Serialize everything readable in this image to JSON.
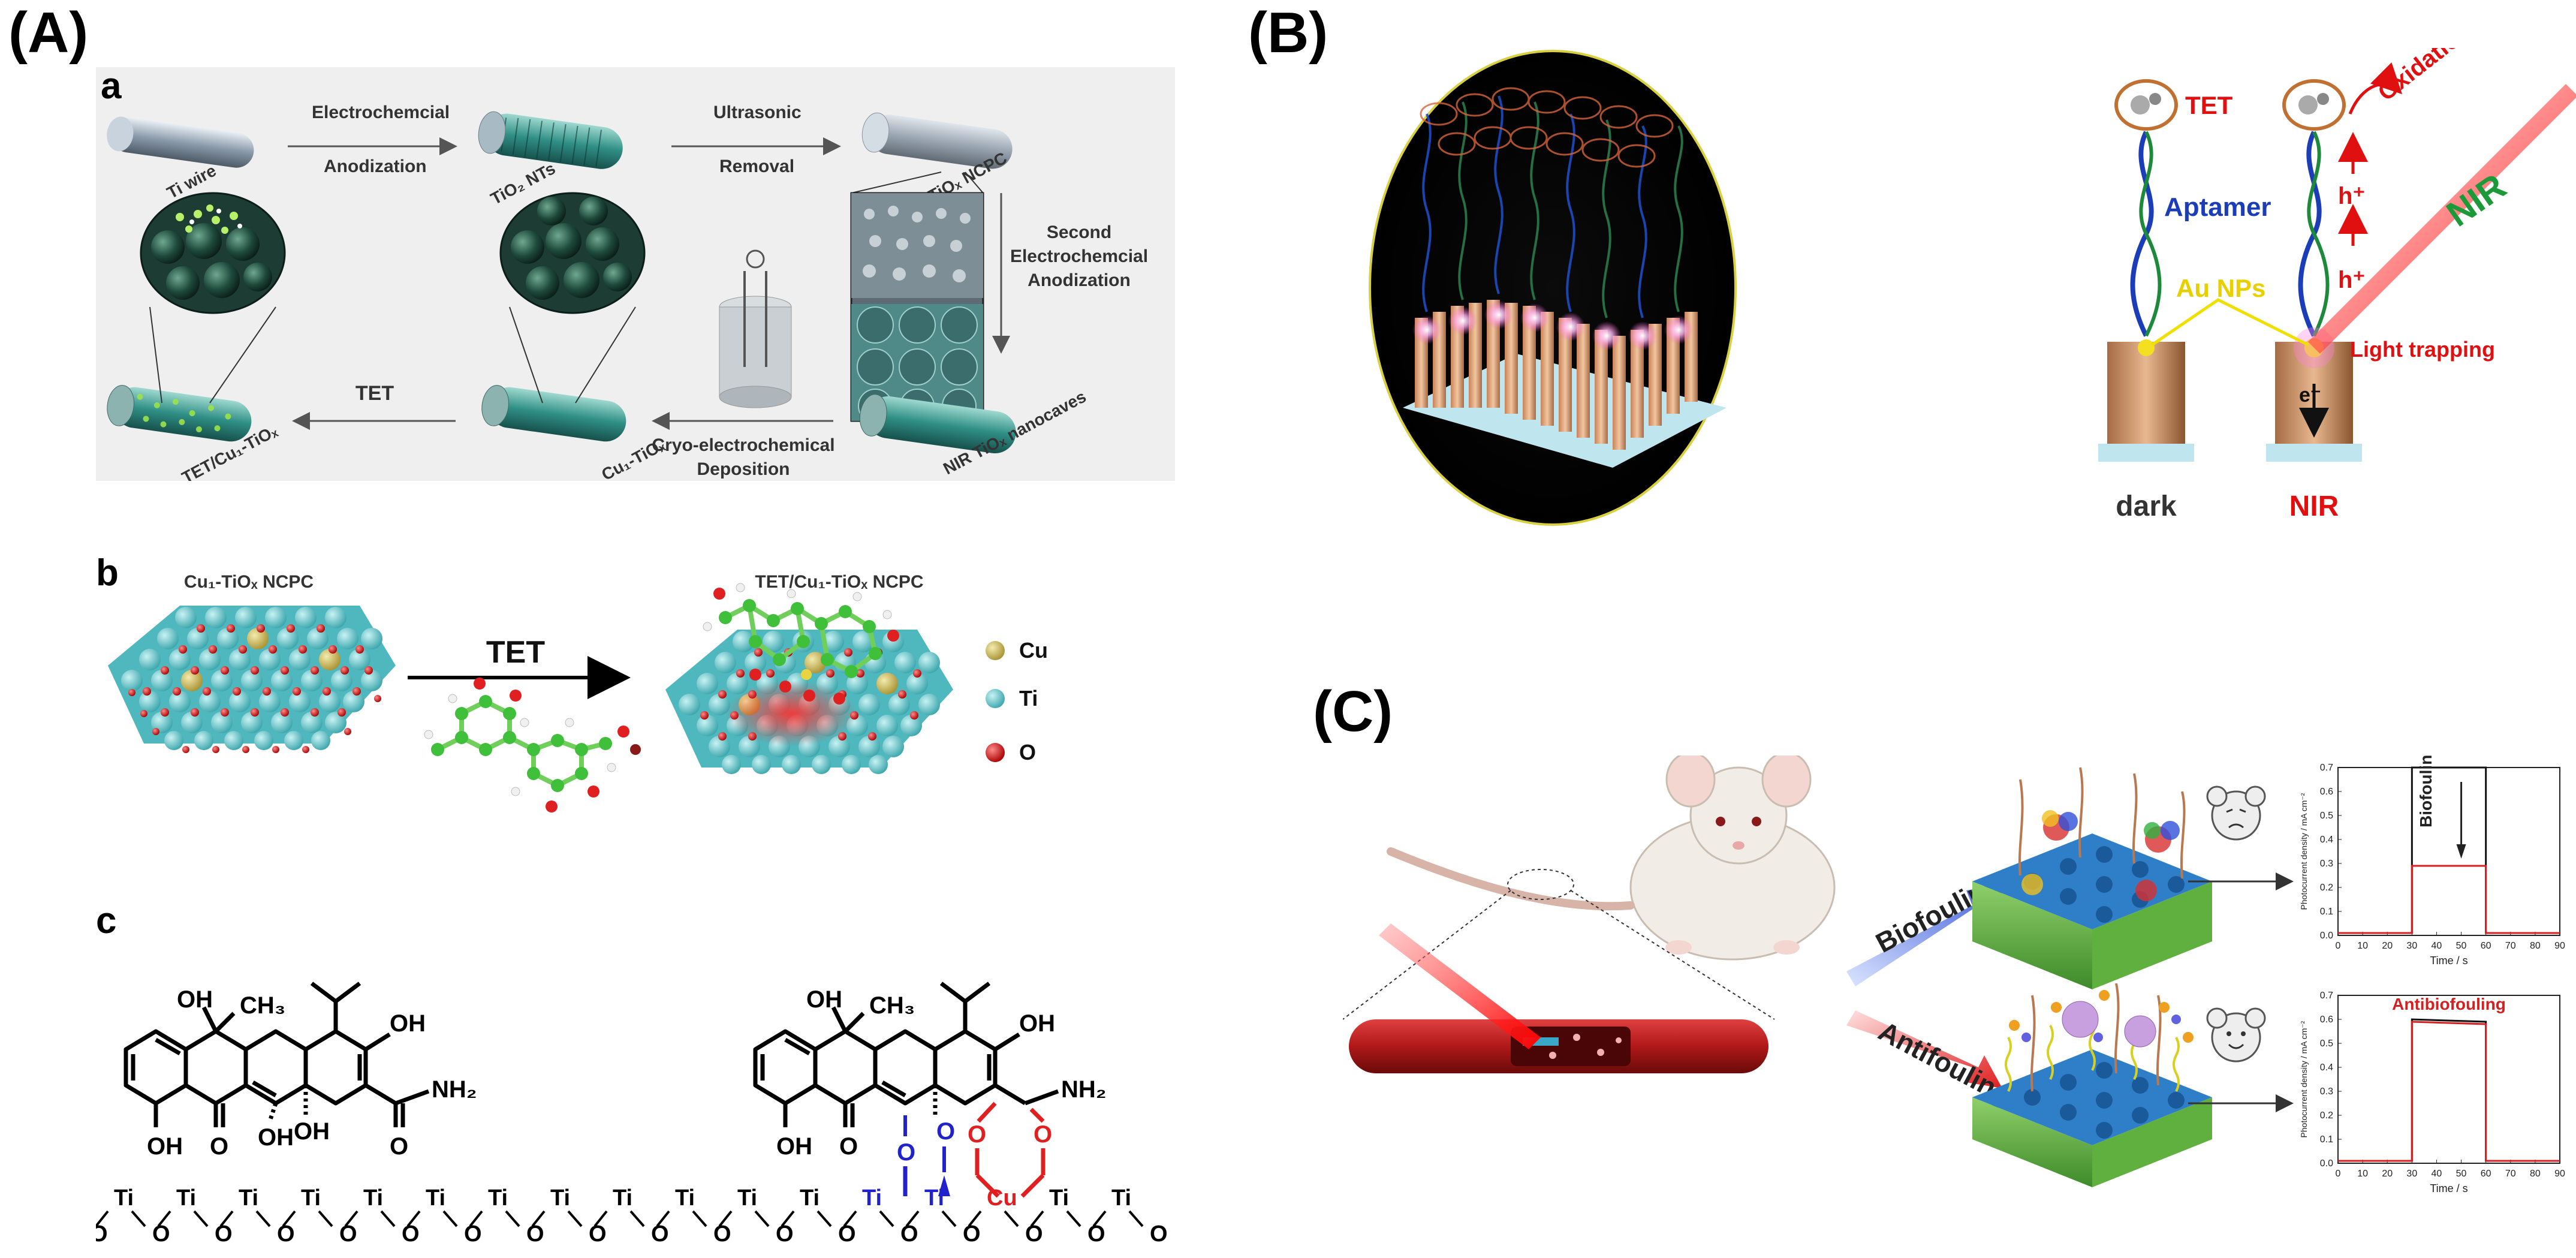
{
  "panels": {
    "A": {
      "label": "(A)"
    },
    "B": {
      "label": "(B)"
    },
    "C": {
      "label": "(C)"
    }
  },
  "panelA": {
    "a": {
      "letter": "a",
      "ti_wire": "Ti wire",
      "step1_top": "Electrochemcial",
      "step1_bottom": "Anodization",
      "tio2_nts": "TiO₂ NTs",
      "step2_top": "Ultrasonic",
      "step2_bottom": "Removal",
      "tiox_ncpc": "TiOₓ NCPC",
      "step3_l1": "Second",
      "step3_l2": "Electrochemcial",
      "step3_l3": "Anodization",
      "nanocaves": "NIR TiOₓ nanocaves",
      "step4_l1": "Cryo-electrochemical",
      "step4_l2": "Deposition",
      "cu_tiox": "Cu₁-TiOₓ",
      "tet": "TET",
      "tet_cu_tiox": "TET/Cu₁-TiOₓ"
    },
    "b": {
      "letter": "b",
      "left_title": "Cu₁-TiOₓ NCPC",
      "right_title": "TET/Cu₁-TiOₓ NCPC",
      "arrow_label": "TET",
      "legend": [
        {
          "name": "Cu",
          "color": "#c8b850"
        },
        {
          "name": "Ti",
          "color": "#5cc8cc"
        },
        {
          "name": "O",
          "color": "#d42020"
        }
      ]
    },
    "c": {
      "letter": "c",
      "oh": "OH",
      "ch3": "CH₃",
      "nh2": "NH₂",
      "o": "O",
      "ti": "Ti",
      "cu": "Cu"
    }
  },
  "panelB": {
    "tet": "TET",
    "oxidation": "Oxidation",
    "aptamer": "Aptamer",
    "h_plus": "h⁺",
    "nir": "NIR",
    "au_nps": "Au NPs",
    "light_trapping": "Light trapping",
    "e_minus": "e⁻",
    "dark": "dark",
    "nir_bottom": "NIR"
  },
  "panelC": {
    "biofouling_arrow": "Biofouling",
    "antifouling_arrow": "Antifouling",
    "chart_top_label": "Biofouling",
    "chart_bottom_label": "Antibiofouling",
    "ylabel": "Photocurrent density / mA cm⁻²",
    "xlabel": "Time / s"
  },
  "chart_data": [
    {
      "type": "line",
      "title": "",
      "annotation": "Biofouling",
      "xlabel": "Time / s",
      "ylabel": "Photocurrent density / mA cm⁻²",
      "xlim": [
        0,
        90
      ],
      "ylim": [
        0,
        0.7
      ],
      "x_ticks": [
        "0",
        "10",
        "20",
        "30",
        "40",
        "50",
        "60",
        "70",
        "80",
        "90"
      ],
      "y_ticks": [
        "0.0",
        "0.1",
        "0.2",
        "0.3",
        "0.4",
        "0.5",
        "0.6",
        "0.7"
      ],
      "series": [
        {
          "color": "#111111",
          "x": [
            0,
            30,
            30,
            60,
            60,
            90
          ],
          "y": [
            0.01,
            0.01,
            0.7,
            0.7,
            0.01,
            0.01
          ]
        },
        {
          "color": "#d42020",
          "x": [
            0,
            30,
            30,
            60,
            60,
            90
          ],
          "y": [
            0.01,
            0.01,
            0.29,
            0.29,
            0.01,
            0.01
          ]
        }
      ]
    },
    {
      "type": "line",
      "title": "",
      "annotation": "Antibiofouling",
      "xlabel": "Time / s",
      "ylabel": "Photocurrent density / mA cm⁻²",
      "xlim": [
        0,
        90
      ],
      "ylim": [
        0,
        0.7
      ],
      "x_ticks": [
        "0",
        "10",
        "20",
        "30",
        "40",
        "50",
        "60",
        "70",
        "80",
        "90"
      ],
      "y_ticks": [
        "0.0",
        "0.1",
        "0.2",
        "0.3",
        "0.4",
        "0.5",
        "0.6",
        "0.7"
      ],
      "series": [
        {
          "color": "#111111",
          "x": [
            0,
            30,
            30,
            60,
            60,
            90
          ],
          "y": [
            0.01,
            0.01,
            0.6,
            0.59,
            0.01,
            0.01
          ]
        },
        {
          "color": "#d42020",
          "x": [
            0,
            30,
            30,
            60,
            60,
            90
          ],
          "y": [
            0.01,
            0.01,
            0.59,
            0.58,
            0.01,
            0.01
          ]
        }
      ]
    }
  ]
}
